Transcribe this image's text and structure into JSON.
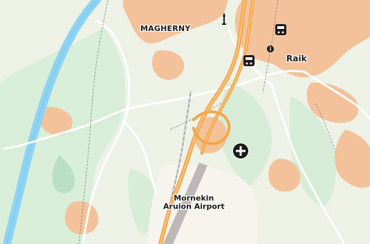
{
  "map": {
    "labels": {
      "village": "MAGHERNY",
      "town": "Raik",
      "airport_line1": "Mornekin",
      "airport_line2": "Aruion Airport"
    },
    "colors": {
      "background": "#eef1e6",
      "river": "#8fd3f3",
      "forest": "#d7ecd7",
      "urban": "#f3c29a",
      "road_major": "#f4a74a",
      "road_minor": "#ffffff",
      "railway": "#8e8e8e",
      "runway": "#b7b2b2",
      "airport_area": "#f7f4ee"
    },
    "icons": {
      "village_marker": "monument-icon",
      "town_poi_1": "bus-icon",
      "town_poi_2": "bus-icon",
      "town_poi_3": "info-icon",
      "airport_poi": "hospital-icon"
    }
  }
}
